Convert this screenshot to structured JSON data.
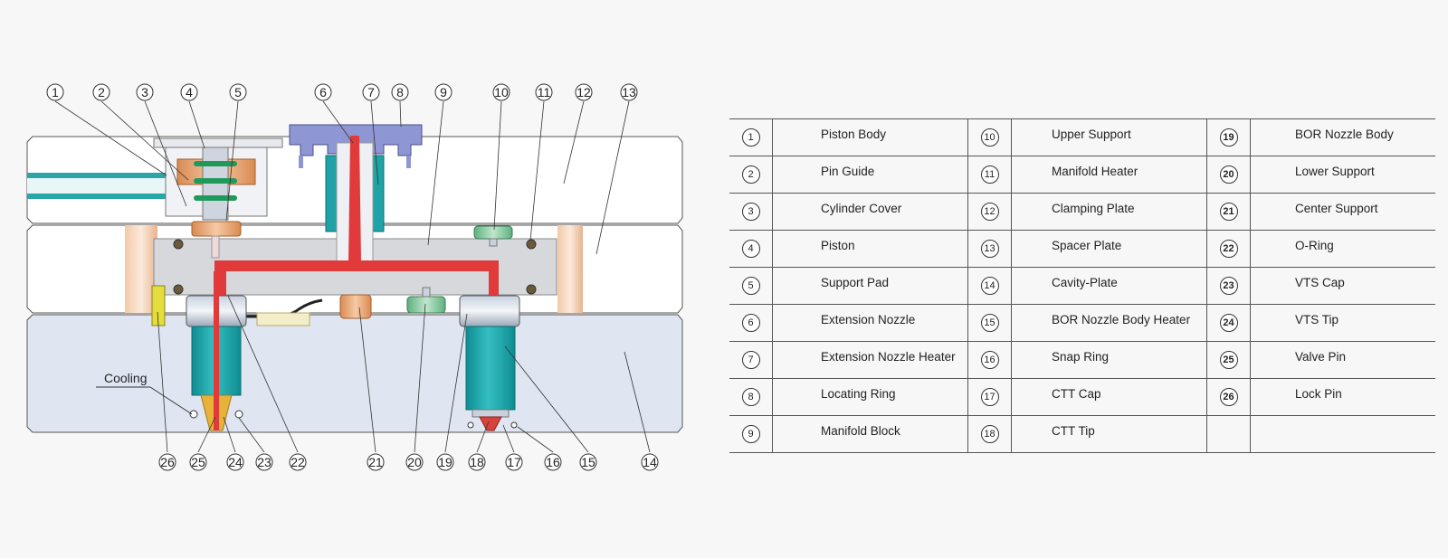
{
  "diagram": {
    "cooling_label": "Cooling",
    "callouts": [
      "1",
      "2",
      "3",
      "4",
      "5",
      "6",
      "7",
      "8",
      "9",
      "10",
      "11",
      "12",
      "13",
      "14",
      "15",
      "16",
      "17",
      "18",
      "19",
      "20",
      "21",
      "22",
      "23",
      "24",
      "25",
      "26"
    ]
  },
  "legend": [
    {
      "num": "1",
      "label": "Piston Body"
    },
    {
      "num": "2",
      "label": "Pin Guide"
    },
    {
      "num": "3",
      "label": "Cylinder Cover"
    },
    {
      "num": "4",
      "label": "Piston"
    },
    {
      "num": "5",
      "label": "Support Pad"
    },
    {
      "num": "6",
      "label": "Extension Nozzle"
    },
    {
      "num": "7",
      "label": "Extension Nozzle Heater"
    },
    {
      "num": "8",
      "label": "Locating Ring"
    },
    {
      "num": "9",
      "label": "Manifold Block"
    },
    {
      "num": "10",
      "label": "Upper Support"
    },
    {
      "num": "11",
      "label": "Manifold Heater"
    },
    {
      "num": "12",
      "label": "Clamping Plate"
    },
    {
      "num": "13",
      "label": "Spacer Plate"
    },
    {
      "num": "14",
      "label": "Cavity-Plate"
    },
    {
      "num": "15",
      "label": "BOR Nozzle Body Heater"
    },
    {
      "num": "16",
      "label": "Snap Ring"
    },
    {
      "num": "17",
      "label": "CTT Cap"
    },
    {
      "num": "18",
      "label": "CTT Tip"
    },
    {
      "num": "19",
      "label": "BOR Nozzle Body"
    },
    {
      "num": "20",
      "label": "Lower Support"
    },
    {
      "num": "21",
      "label": "Center Support"
    },
    {
      "num": "22",
      "label": "O-Ring"
    },
    {
      "num": "23",
      "label": "VTS Cap"
    },
    {
      "num": "24",
      "label": "VTS Tip"
    },
    {
      "num": "25",
      "label": "Valve Pin"
    },
    {
      "num": "26",
      "label": "Lock Pin"
    }
  ],
  "colors": {
    "melt_channel": "#e03a3a",
    "nozzle_heater": "#1fa3a6",
    "cavity_plate": "#dfe6f2",
    "manifold": "#d6d8dc",
    "locating_ring": "#8f96d4",
    "support_copper": "#e9a46a",
    "support_green": "#7fc89a",
    "cooling_line": "#2aa6a8"
  }
}
